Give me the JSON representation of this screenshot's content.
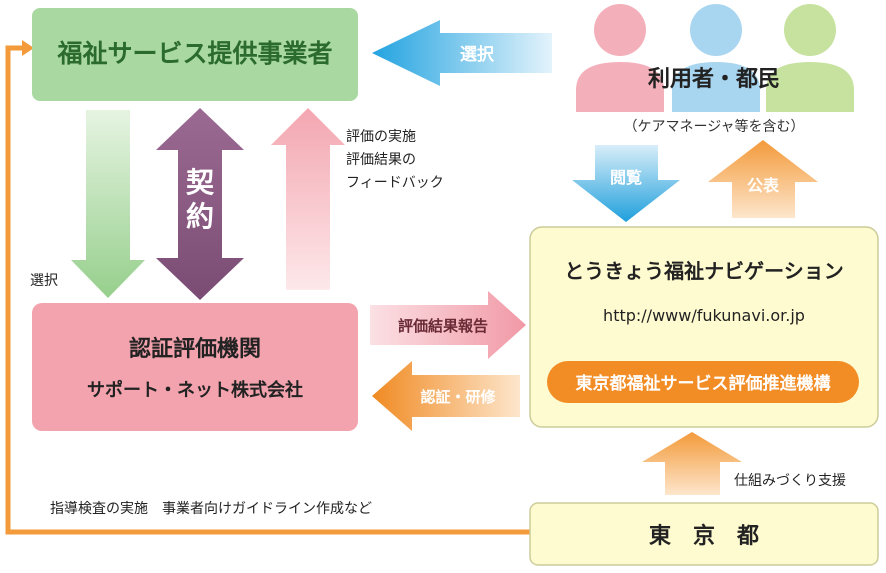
{
  "provider": {
    "title": "福祉サービス提供事業者"
  },
  "users": {
    "title": "利用者・都民",
    "subtitle": "（ケアマネージャ等を含む）"
  },
  "evaluator": {
    "title": "認証評価機関",
    "subtitle": "サポート・ネット株式会社"
  },
  "navi": {
    "title": "とうきょう福祉ナビゲーション",
    "url": "http://www/fukunavi.or.jp",
    "org": "東京都福祉サービス評価推進機構"
  },
  "tokyo": {
    "title": "東　京　都"
  },
  "arrows": {
    "select_top": "選択",
    "contract": "契約",
    "select_left": "選択",
    "feedback": [
      "評価の実施",
      "評価結果の",
      "フィードバック"
    ],
    "browse": "閲覧",
    "publish": "公表",
    "report": "評価結果報告",
    "certify": "認証・研修",
    "support": "仕組みづくり支援",
    "guidance": "指導検査の実施　事業者向けガイドライン作成など"
  },
  "colors": {
    "green": "#a9d8a0",
    "pink": "#f2a3ae",
    "cream": "#fffbd0",
    "orange": "#f39a3a",
    "blue": "#2aa6e2",
    "purple": "#8a5a82"
  }
}
